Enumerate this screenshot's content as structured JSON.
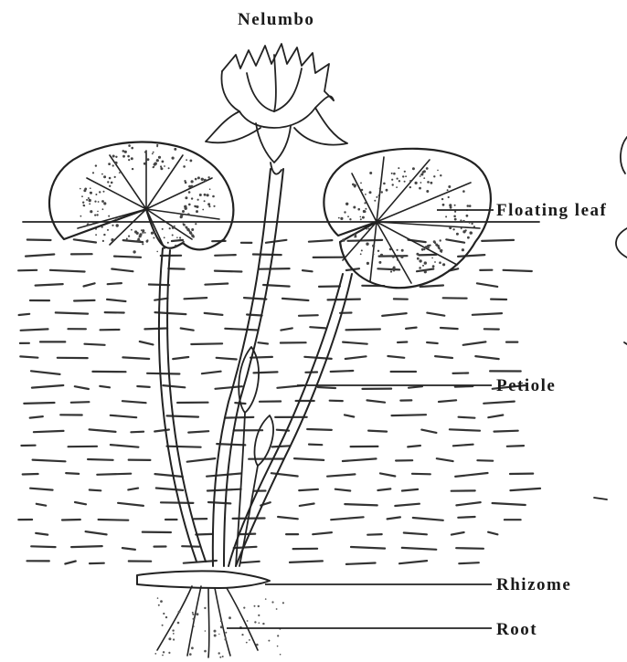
{
  "diagram": {
    "title": "Nelumbo",
    "labels": {
      "floating_leaf": "Floating leaf",
      "petiole": "Petiole",
      "rhizome": "Rhizome",
      "root": "Root"
    },
    "colors": {
      "ink": "#222222",
      "background": "#ffffff"
    }
  }
}
